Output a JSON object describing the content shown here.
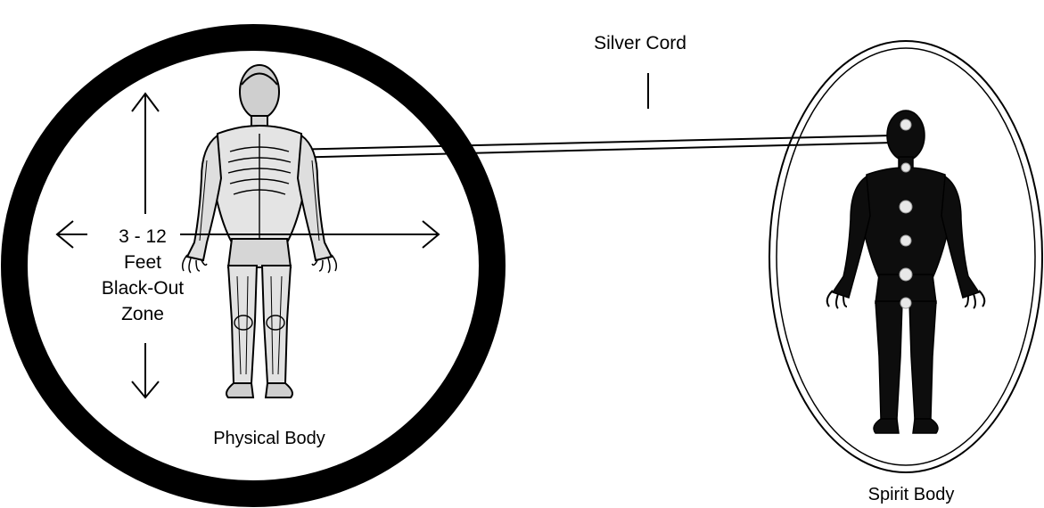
{
  "labels": {
    "silver_cord": "Silver Cord",
    "zone_distance": "3 - 12",
    "zone_unit": "Feet",
    "zone_name_1": "Black-Out",
    "zone_name_2": "Zone",
    "physical_body": "Physical Body",
    "spirit_body": "Spirit Body"
  },
  "colors": {
    "ink": "#000000",
    "background": "#ffffff",
    "spirit_fill": "#0d0d0d",
    "chakra_glow": "#e8e8e8"
  }
}
